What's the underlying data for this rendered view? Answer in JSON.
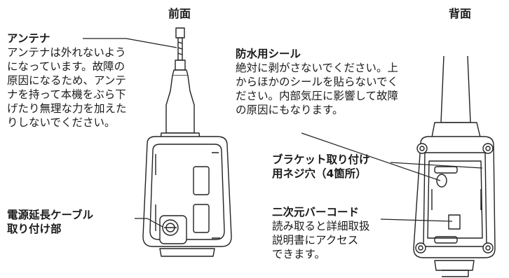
{
  "headings": {
    "front": "前面",
    "back": "背面"
  },
  "antenna": {
    "title": "アンテナ",
    "lines": [
      "アンテナは外れないよう",
      "になっています。故障の",
      "原因になるため、アンテ",
      "ナを持って本機をぶら下",
      "げたり無理な力を加えた",
      "りしないでください。"
    ]
  },
  "cable": {
    "lines": [
      "電源延長ケーブル",
      "取り付け部"
    ]
  },
  "seal": {
    "title": "防水用シール",
    "lines": [
      "絶対に剥がさないでください。上",
      "からほかのシールを貼らないでく",
      "ださい。内部気圧に影響して故障",
      "の原因にもなります。"
    ]
  },
  "bracket": {
    "lines": [
      "ブラケット取り付け",
      "用ネジ穴（4箇所）"
    ]
  },
  "barcode": {
    "title": "二次元バーコード",
    "lines": [
      "読み取ると詳細取扱",
      "説明書にアクセス",
      "できます。"
    ]
  }
}
